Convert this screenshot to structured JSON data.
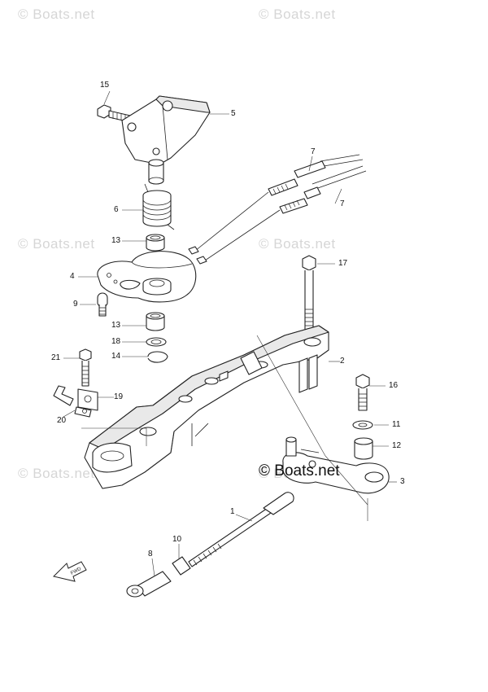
{
  "watermarks": [
    "© Boats.net",
    "© Boats.net",
    "© Boats.net",
    "© Boats.net",
    "© Boats.net",
    "© Boats.net"
  ],
  "main_watermark": "© Boats.net",
  "fwd_label": "FWD",
  "callouts": {
    "c1": "1",
    "c2": "2",
    "c3": "3",
    "c4": "4",
    "c5": "5",
    "c6": "6",
    "c7a": "7",
    "c7b": "7",
    "c8": "8",
    "c9": "9",
    "c10": "10",
    "c11": "11",
    "c12": "12",
    "c13a": "13",
    "c13b": "13",
    "c14": "14",
    "c15": "15",
    "c16": "16",
    "c17": "17",
    "c18": "18",
    "c19": "19",
    "c20": "20",
    "c21": "21"
  }
}
